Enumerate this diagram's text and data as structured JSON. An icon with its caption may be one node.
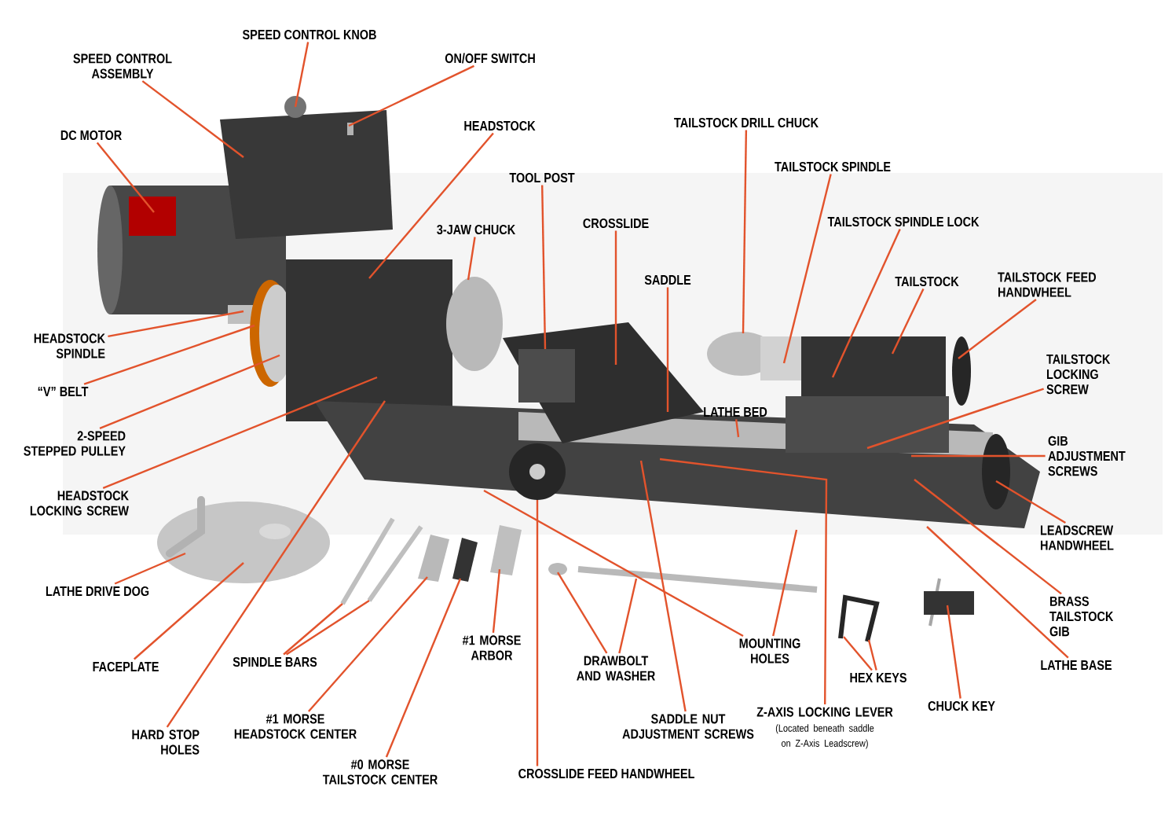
{
  "diagram": {
    "nodes": [
      {
        "text": [
          "SPEED CONTROL KNOB"
        ]
      },
      {
        "text": [
          "SPEED CONTROL ASSEMBLY"
        ]
      },
      {
        "text": [
          "ON/OFF SWITCH"
        ]
      },
      {
        "text": [
          "DC MOTOR"
        ]
      },
      {
        "text": [
          "HEADSTOCK"
        ]
      },
      {
        "text": [
          "TOOL POST"
        ]
      },
      {
        "text": [
          "3-JAW CHUCK"
        ]
      },
      {
        "text": [
          "CROSSLIDE"
        ]
      },
      {
        "text": [
          "TAILSTOCK DRILL CHUCK"
        ]
      },
      {
        "text": [
          "TAILSTOCK SPINDLE"
        ]
      },
      {
        "text": [
          "TAILSTOCK SPINDLE LOCK"
        ]
      },
      {
        "text": [
          "SADDLE"
        ]
      },
      {
        "text": [
          "TAILSTOCK"
        ]
      },
      {
        "text": [
          "TAILSTOCK FEED HANDWHEEL"
        ]
      },
      {
        "text": [
          "HEADSTOCK SPINDLE"
        ]
      },
      {
        "text": [
          "“V” BELT"
        ]
      },
      {
        "text": [
          "TAILSTOCK LOCKING SCREW"
        ]
      },
      {
        "text": [
          "LATHE BED"
        ]
      },
      {
        "text": [
          "2-SPEED STEPPED PULLEY"
        ]
      },
      {
        "text": [
          "GIB ADJUSTMENT SCREWS"
        ]
      },
      {
        "text": [
          "HEADSTOCK LOCKING SCREW"
        ]
      },
      {
        "text": [
          "LEADSCREW HANDWHEEL"
        ]
      },
      {
        "text": [
          "LATHE DRIVE DOG"
        ]
      },
      {
        "text": [
          "BRASS TAILSTOCK GIB"
        ]
      },
      {
        "text": [
          "FACEPLATE"
        ]
      },
      {
        "text": [
          "SPINDLE BARS"
        ]
      },
      {
        "text": [
          "DRAWBOLT AND WASHER"
        ]
      },
      {
        "text": [
          "MOUNTING HOLES"
        ]
      },
      {
        "text": [
          "LATHE BASE"
        ]
      },
      {
        "text": [
          "HEX KEYS"
        ]
      },
      {
        "text": [
          "#1 MORSE ARBOR"
        ]
      },
      {
        "text": [
          "HARD STOP HOLES"
        ]
      },
      {
        "text": [
          "#1 MORSE HEADSTOCK CENTER"
        ]
      },
      {
        "text": [
          "CHUCK KEY"
        ]
      },
      {
        "text": [
          "SADDLE NUT ADJUSTMENT SCREWS"
        ]
      },
      {
        "text": [
          "Z-AXIS LOCKING LEVER",
          "(Located beneath saddle on Z-Axis Leadscrew)"
        ]
      },
      {
        "text": [
          "#0 MORSE TAILSTOCK CENTER"
        ]
      },
      {
        "text": [
          "CROSSLIDE FEED HANDWHEEL"
        ]
      }
    ],
    "edges": [
      {
        "from": 0,
        "to": null,
        "arrow": "none"
      },
      {
        "from": 1,
        "to": null,
        "arrow": "none"
      },
      {
        "from": 2,
        "to": null,
        "arrow": "none"
      },
      {
        "from": 3,
        "to": null,
        "arrow": "none"
      },
      {
        "from": 4,
        "to": null,
        "arrow": "none"
      },
      {
        "from": 5,
        "to": null,
        "arrow": "none"
      },
      {
        "from": 6,
        "to": null,
        "arrow": "none"
      },
      {
        "from": 7,
        "to": null,
        "arrow": "none"
      },
      {
        "from": 8,
        "to": null,
        "arrow": "none"
      },
      {
        "from": 9,
        "to": null,
        "arrow": "none"
      },
      {
        "from": 10,
        "to": null,
        "arrow": "none"
      },
      {
        "from": 11,
        "to": null,
        "arrow": "none"
      },
      {
        "from": 12,
        "to": null,
        "arrow": "none"
      },
      {
        "from": 13,
        "to": null,
        "arrow": "none"
      },
      {
        "from": 14,
        "to": null,
        "arrow": "none"
      },
      {
        "from": 15,
        "to": null,
        "arrow": "none"
      },
      {
        "from": 16,
        "to": null,
        "arrow": "none"
      },
      {
        "from": 17,
        "to": null,
        "arrow": "none"
      },
      {
        "from": 18,
        "to": null,
        "arrow": "none"
      },
      {
        "from": 19,
        "to": null,
        "arrow": "none"
      },
      {
        "from": 20,
        "to": null,
        "arrow": "none"
      },
      {
        "from": 21,
        "to": null,
        "arrow": "none"
      },
      {
        "from": 22,
        "to": null,
        "arrow": "none"
      },
      {
        "from": 23,
        "to": null,
        "arrow": "none"
      },
      {
        "from": 24,
        "to": null,
        "arrow": "none"
      },
      {
        "from": 25,
        "to": null,
        "arrow": "none"
      },
      {
        "from": 25,
        "to": null,
        "arrow": "none"
      },
      {
        "from": 26,
        "to": null,
        "arrow": "none"
      },
      {
        "from": 26,
        "to": null,
        "arrow": "none"
      },
      {
        "from": 27,
        "to": null,
        "arrow": "none"
      },
      {
        "from": 27,
        "to": null,
        "arrow": "none"
      },
      {
        "from": 28,
        "to": null,
        "arrow": "none"
      },
      {
        "from": 29,
        "to": null,
        "arrow": "none"
      },
      {
        "from": 29,
        "to": null,
        "arrow": "none"
      },
      {
        "from": 30,
        "to": null,
        "arrow": "none"
      },
      {
        "from": 31,
        "to": null,
        "arrow": "none"
      },
      {
        "from": 32,
        "to": null,
        "arrow": "none"
      },
      {
        "from": 33,
        "to": null,
        "arrow": "none"
      },
      {
        "from": 34,
        "to": null,
        "arrow": "none"
      },
      {
        "from": 35,
        "to": null,
        "arrow": "none"
      },
      {
        "from": 36,
        "to": null,
        "arrow": "none"
      },
      {
        "from": 37,
        "to": null,
        "arrow": "none"
      }
    ]
  }
}
